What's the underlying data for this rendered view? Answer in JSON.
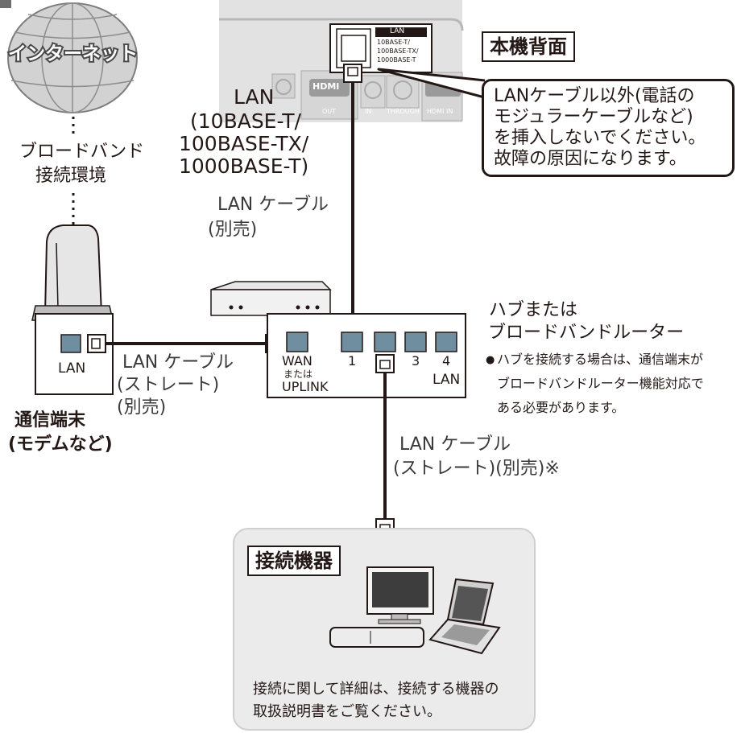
{
  "internet": {
    "label": "インターネット"
  },
  "broadband": {
    "line1": "ブロードバンド",
    "line2": "接続環境"
  },
  "unit_back": {
    "title": "本機背面",
    "port_label": "LAN",
    "port_spec": [
      "10BASE-T/",
      "100BASE-TX/",
      "1000BASE-T"
    ],
    "jack_labels": [
      "OUT",
      "IN",
      "THROUGH",
      "HDMI IN"
    ],
    "hdmi_mark": "HDMI"
  },
  "lan_spec": {
    "lines": [
      "LAN",
      "(10BASE-T/",
      "100BASE-TX/",
      "1000BASE-T)"
    ]
  },
  "caution": {
    "lines": [
      "LANケーブル以外(電話の",
      "モジュラーケーブルなど)",
      "を挿入しないでください。",
      "故障の原因になります。"
    ]
  },
  "cable_top": {
    "line1": "LAN ケーブル",
    "line2": "(別売)"
  },
  "modem": {
    "port_label": "LAN",
    "name_line1": "通信端末",
    "name_line2": "(モデムなど)"
  },
  "cable_left": {
    "line1": "LAN ケーブル",
    "line2": "(ストレート)",
    "line3": "(別売)"
  },
  "hub": {
    "wan_line1": "WAN",
    "wan_line2": "または",
    "wan_line3": "UPLINK",
    "port_numbers": [
      "1",
      "3",
      "4"
    ],
    "lan_label": "LAN",
    "title_line1": "ハブまたは",
    "title_line2": "ブロードバンドルーター",
    "note_bullet": "●",
    "note_lines": [
      "ハブを接続する場合は、通信端末が",
      "ブロードバンドルーター機能対応で",
      "ある必要があります。"
    ]
  },
  "cable_bottom": {
    "line1": "LAN ケーブル",
    "line2": "(ストレート)(別売)※"
  },
  "devices": {
    "title": "接続機器",
    "note_lines": [
      "接続に関して詳細は、接続する機器の",
      "取扱説明書をご覧ください。"
    ]
  }
}
